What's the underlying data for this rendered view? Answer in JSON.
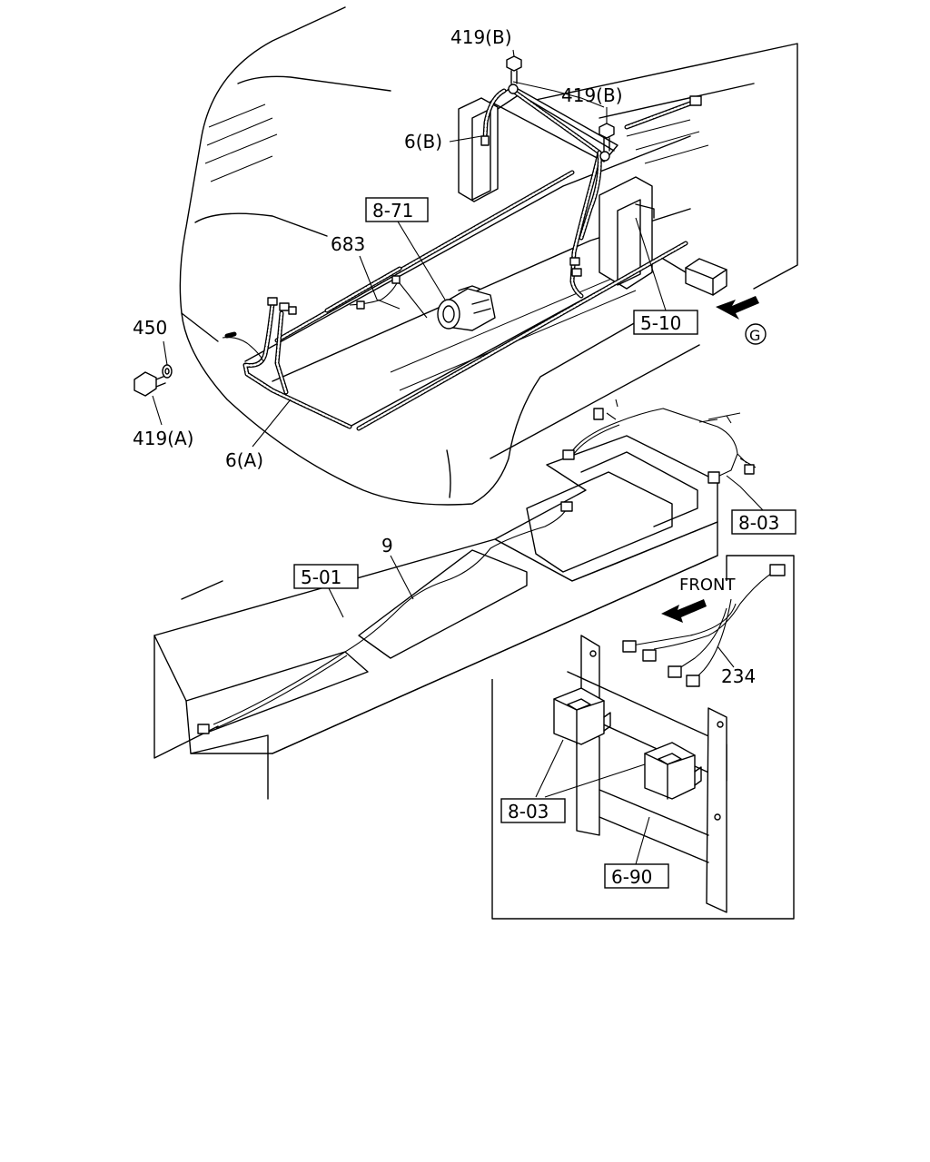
{
  "callouts": {
    "c419b_top": "419(B)",
    "c419b_right": "419(B)",
    "c6b": "6(B)",
    "c683": "683",
    "c450": "450",
    "c419a": "419(A)",
    "c6a": "6(A)",
    "c9": "9",
    "c234": "234",
    "c_g": "G"
  },
  "tags": {
    "t871": "8-71",
    "t510": "5-10",
    "t803_top": "8-03",
    "t501": "5-01",
    "t803_inset": "8-03",
    "t690": "6-90"
  },
  "inset": {
    "front_label": "FRONT"
  }
}
